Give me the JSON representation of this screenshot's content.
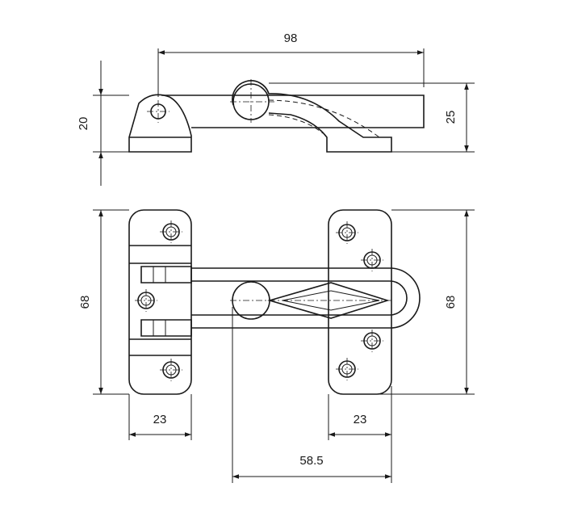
{
  "dimensions": {
    "top_width": "98",
    "left_height": "20",
    "right_height": "25",
    "plate_height_left": "68",
    "plate_height_right": "68",
    "plate_width_left": "23",
    "plate_width_right": "23",
    "pivot_distance": "58.5"
  },
  "colors": {
    "stroke": "#1a1a1a",
    "background": "#ffffff"
  }
}
